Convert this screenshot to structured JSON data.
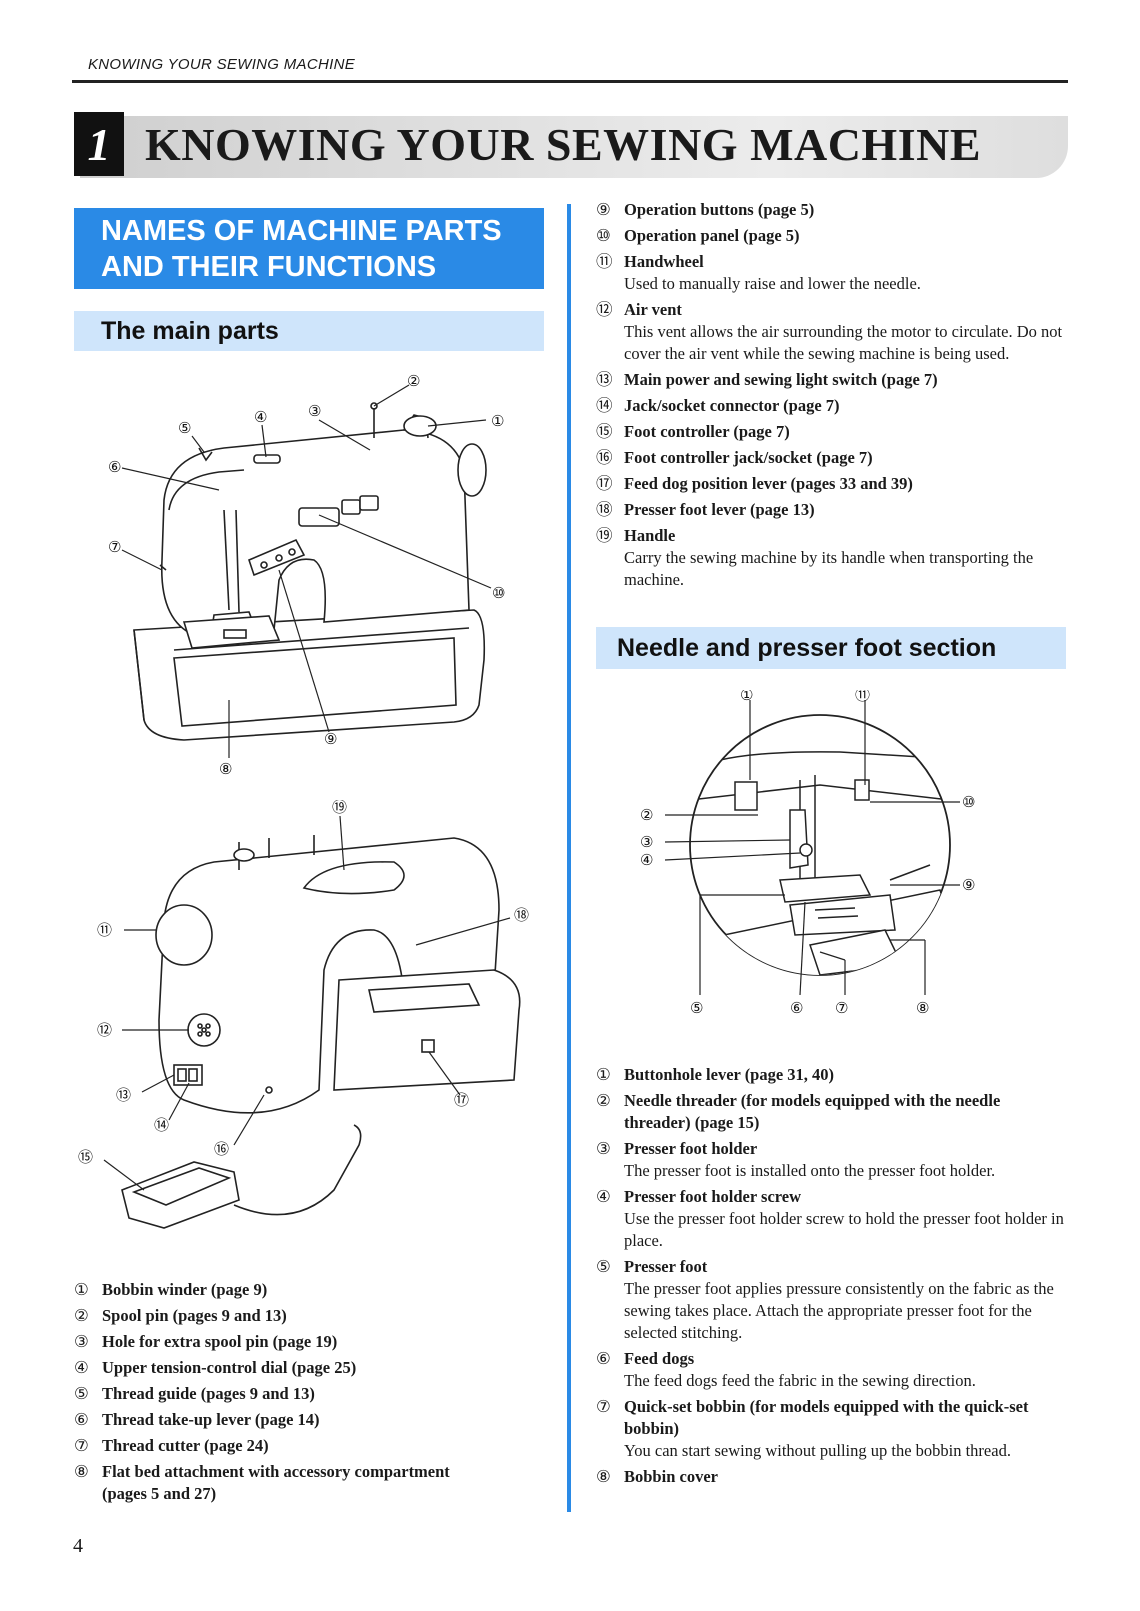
{
  "running_head": "KNOWING YOUR SEWING MACHINE",
  "chapter": {
    "number": "1",
    "title": "KNOWING YOUR SEWING MACHINE"
  },
  "section": {
    "line1": "NAMES OF MACHINE PARTS",
    "line2": "AND THEIR FUNCTIONS"
  },
  "main_parts": {
    "heading": "The main parts",
    "callouts_top": [
      "①",
      "②",
      "③",
      "④",
      "⑤",
      "⑥",
      "⑦",
      "⑧",
      "⑨",
      "⑩"
    ],
    "callouts_bottom": [
      "⑪",
      "⑫",
      "⑬",
      "⑭",
      "⑮",
      "⑯",
      "⑰",
      "⑱",
      "⑲"
    ],
    "items_left": [
      {
        "num": "①",
        "label": "Bobbin winder (page 9)",
        "desc": ""
      },
      {
        "num": "②",
        "label": "Spool pin (pages 9 and 13)",
        "desc": ""
      },
      {
        "num": "③",
        "label": "Hole for extra spool pin (page 19)",
        "desc": ""
      },
      {
        "num": "④",
        "label": "Upper tension-control dial (page 25)",
        "desc": ""
      },
      {
        "num": "⑤",
        "label": "Thread guide (pages 9 and 13)",
        "desc": ""
      },
      {
        "num": "⑥",
        "label": "Thread take-up lever (page 14)",
        "desc": ""
      },
      {
        "num": "⑦",
        "label": "Thread cutter (page 24)",
        "desc": ""
      },
      {
        "num": "⑧",
        "label": "Flat bed attachment with accessory compartment (pages 5 and 27)",
        "desc": ""
      }
    ],
    "items_right": [
      {
        "num": "⑨",
        "label": "Operation buttons (page 5)",
        "desc": ""
      },
      {
        "num": "⑩",
        "label": "Operation panel (page 5)",
        "desc": ""
      },
      {
        "num": "⑪",
        "label": "Handwheel",
        "desc": "Used to manually raise and lower the needle."
      },
      {
        "num": "⑫",
        "label": "Air vent",
        "desc": "This vent allows the air surrounding the motor to circulate. Do not cover the air vent while the sewing machine is being used."
      },
      {
        "num": "⑬",
        "label": "Main power and sewing light switch (page 7)",
        "desc": ""
      },
      {
        "num": "⑭",
        "label": "Jack/socket connector (page 7)",
        "desc": ""
      },
      {
        "num": "⑮",
        "label": "Foot controller (page 7)",
        "desc": ""
      },
      {
        "num": "⑯",
        "label": "Foot controller jack/socket (page 7)",
        "desc": ""
      },
      {
        "num": "⑰",
        "label": "Feed dog position lever (pages 33 and 39)",
        "desc": ""
      },
      {
        "num": "⑱",
        "label": "Presser foot lever (page 13)",
        "desc": ""
      },
      {
        "num": "⑲",
        "label": "Handle",
        "desc": "Carry the sewing machine by its handle when transporting the machine."
      }
    ]
  },
  "needle_section": {
    "heading": "Needle and presser foot section",
    "callouts": [
      "①",
      "②",
      "③",
      "④",
      "⑤",
      "⑥",
      "⑦",
      "⑧",
      "⑨",
      "⑩",
      "⑪"
    ],
    "items": [
      {
        "num": "①",
        "label": "Buttonhole lever (page 31, 40)",
        "desc": ""
      },
      {
        "num": "②",
        "label": "Needle threader (for models equipped with the needle threader) (page 15)",
        "desc": ""
      },
      {
        "num": "③",
        "label": "Presser foot holder",
        "desc": "The presser foot is installed onto the presser foot holder."
      },
      {
        "num": "④",
        "label": "Presser foot holder screw",
        "desc": "Use the presser foot holder screw to hold the presser foot holder in place."
      },
      {
        "num": "⑤",
        "label": "Presser foot",
        "desc": "The presser foot applies pressure consistently on the fabric as the sewing takes place. Attach the appropriate presser foot for the selected stitching."
      },
      {
        "num": "⑥",
        "label": "Feed dogs",
        "desc": "The feed dogs feed the fabric in the sewing direction."
      },
      {
        "num": "⑦",
        "label": "Quick-set bobbin (for models equipped with the quick-set bobbin)",
        "desc": "You can start sewing without pulling up the bobbin thread."
      },
      {
        "num": "⑧",
        "label": "Bobbin cover",
        "desc": ""
      }
    ]
  },
  "page_number": "4"
}
